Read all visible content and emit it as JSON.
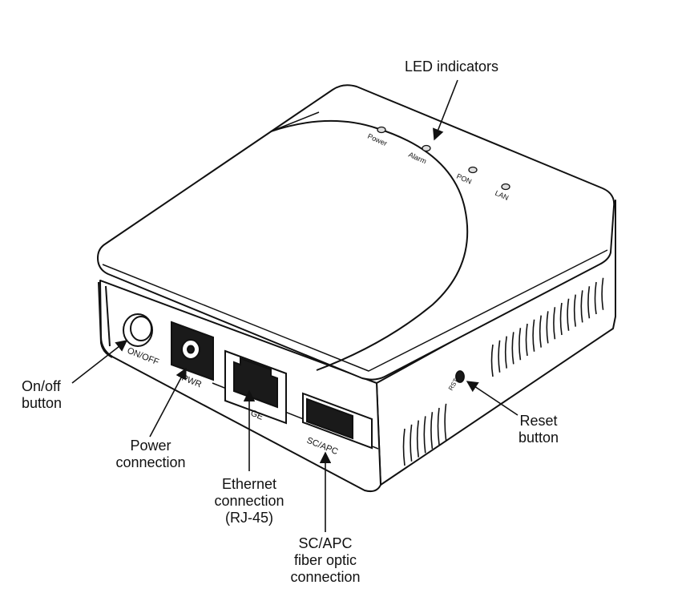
{
  "callouts": {
    "led_indicators": "LED indicators",
    "onoff": [
      "On/off",
      "button"
    ],
    "power": [
      "Power",
      "connection"
    ],
    "ethernet": [
      "Ethernet",
      "connection",
      "(RJ-45)"
    ],
    "scapc": [
      "SC/APC",
      "fiber optic",
      "connection"
    ],
    "reset": [
      "Reset",
      "button"
    ]
  },
  "device_labels": {
    "leds": [
      "Power",
      "Alarm",
      "PON",
      "LAN"
    ],
    "onoff_port": "ON/OFF",
    "pwr_port": "PWR",
    "ge_port": "GE",
    "sc_port": "SC/APC",
    "reset_hole": "RST"
  },
  "colors": {
    "line": "#111111",
    "body": "#ffffff",
    "shadow": "#e9e9e9",
    "led": "#dddddd"
  }
}
